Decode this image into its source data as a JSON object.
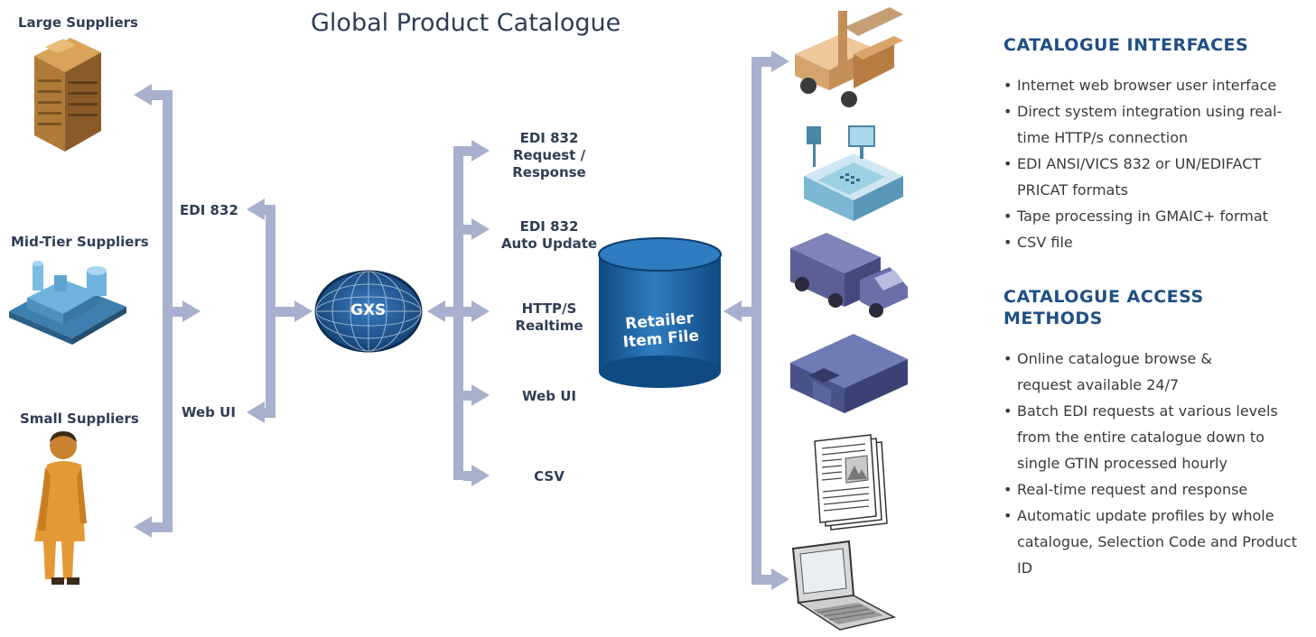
{
  "title": "Global Product Catalogue",
  "suppliers": {
    "large": "Large Suppliers",
    "mid": "Mid-Tier Suppliers",
    "small": "Small Suppliers"
  },
  "supplier_channels": {
    "edi": "EDI 832",
    "web": "Web UI"
  },
  "hub_label": "GXS",
  "retailer_channels": {
    "edi_request": [
      "EDI 832",
      "Request /",
      "Response"
    ],
    "edi_update": [
      "EDI 832",
      "Auto Update"
    ],
    "http": [
      "HTTP/S",
      "Realtime"
    ],
    "web": "Web UI",
    "csv": "CSV"
  },
  "database_label": [
    "Retailer",
    "Item File"
  ],
  "retailer_icons": [
    "forklift-icon",
    "cash-register-icon",
    "truck-icon",
    "warehouse-icon",
    "document-icon",
    "computer-icon"
  ],
  "sidebar": {
    "interfaces": {
      "heading": "CATALOGUE INTERFACES",
      "items": [
        "Internet web browser user interface",
        "Direct system integration using real-time HTTP/s connection",
        "EDI ANSI/VICS 832 or UN/EDIFACT PRICAT formats",
        "Tape processing in GMAIC+ format",
        "CSV file"
      ]
    },
    "access": {
      "heading": "CATALOGUE ACCESS METHODS",
      "items": [
        "Online catalogue browse & request available 24/7",
        "Batch EDI requests at various levels from the entire catalogue down to single GTIN processed hourly",
        "Real-time request and response",
        "Automatic update profiles by whole catalogue, Selection Code and Product ID"
      ]
    }
  },
  "colors": {
    "connector": "#a7b1cd",
    "heading": "#1f4f85",
    "database": "#1d5f99",
    "supplier_building": "#5fa3cf",
    "person": "#e39a36"
  }
}
